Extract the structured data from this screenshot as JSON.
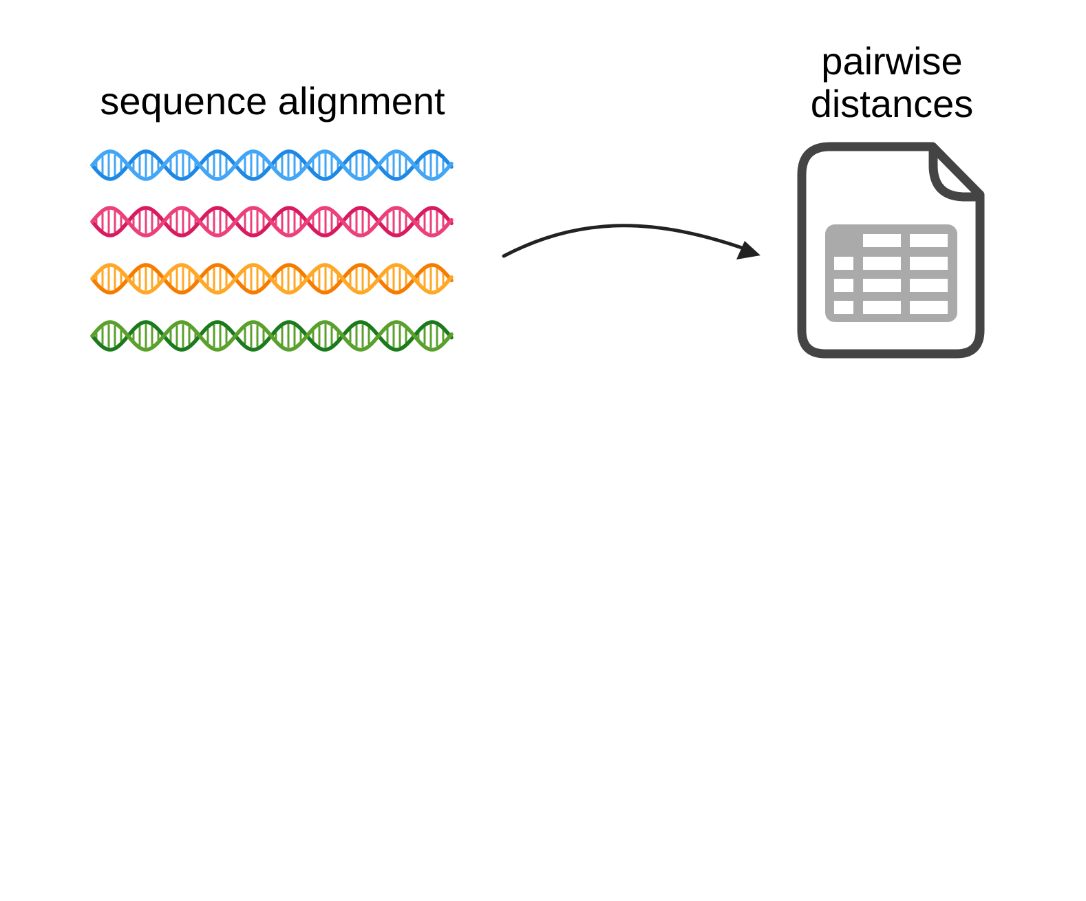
{
  "nodes": {
    "source": {
      "label": "sequence alignment",
      "icon": "dna-helix-icon",
      "strands": [
        {
          "name": "sequence-1",
          "color_a": "#1e88e5",
          "color_b": "#42a5f5"
        },
        {
          "name": "sequence-2",
          "color_a": "#d81b60",
          "color_b": "#ec407a"
        },
        {
          "name": "sequence-3",
          "color_a": "#f57c00",
          "color_b": "#ffa726"
        },
        {
          "name": "sequence-4",
          "color_a": "#1b7a1b",
          "color_b": "#5aa02c"
        }
      ]
    },
    "target": {
      "label_line1": "pairwise",
      "label_line2": "distances",
      "icon": "spreadsheet-file-icon",
      "outline_color": "#444444",
      "table_color": "#aaaaaa"
    }
  },
  "edges": [
    {
      "from": "source",
      "to": "target",
      "icon": "curved-arrow-icon",
      "color": "#222222"
    }
  ]
}
